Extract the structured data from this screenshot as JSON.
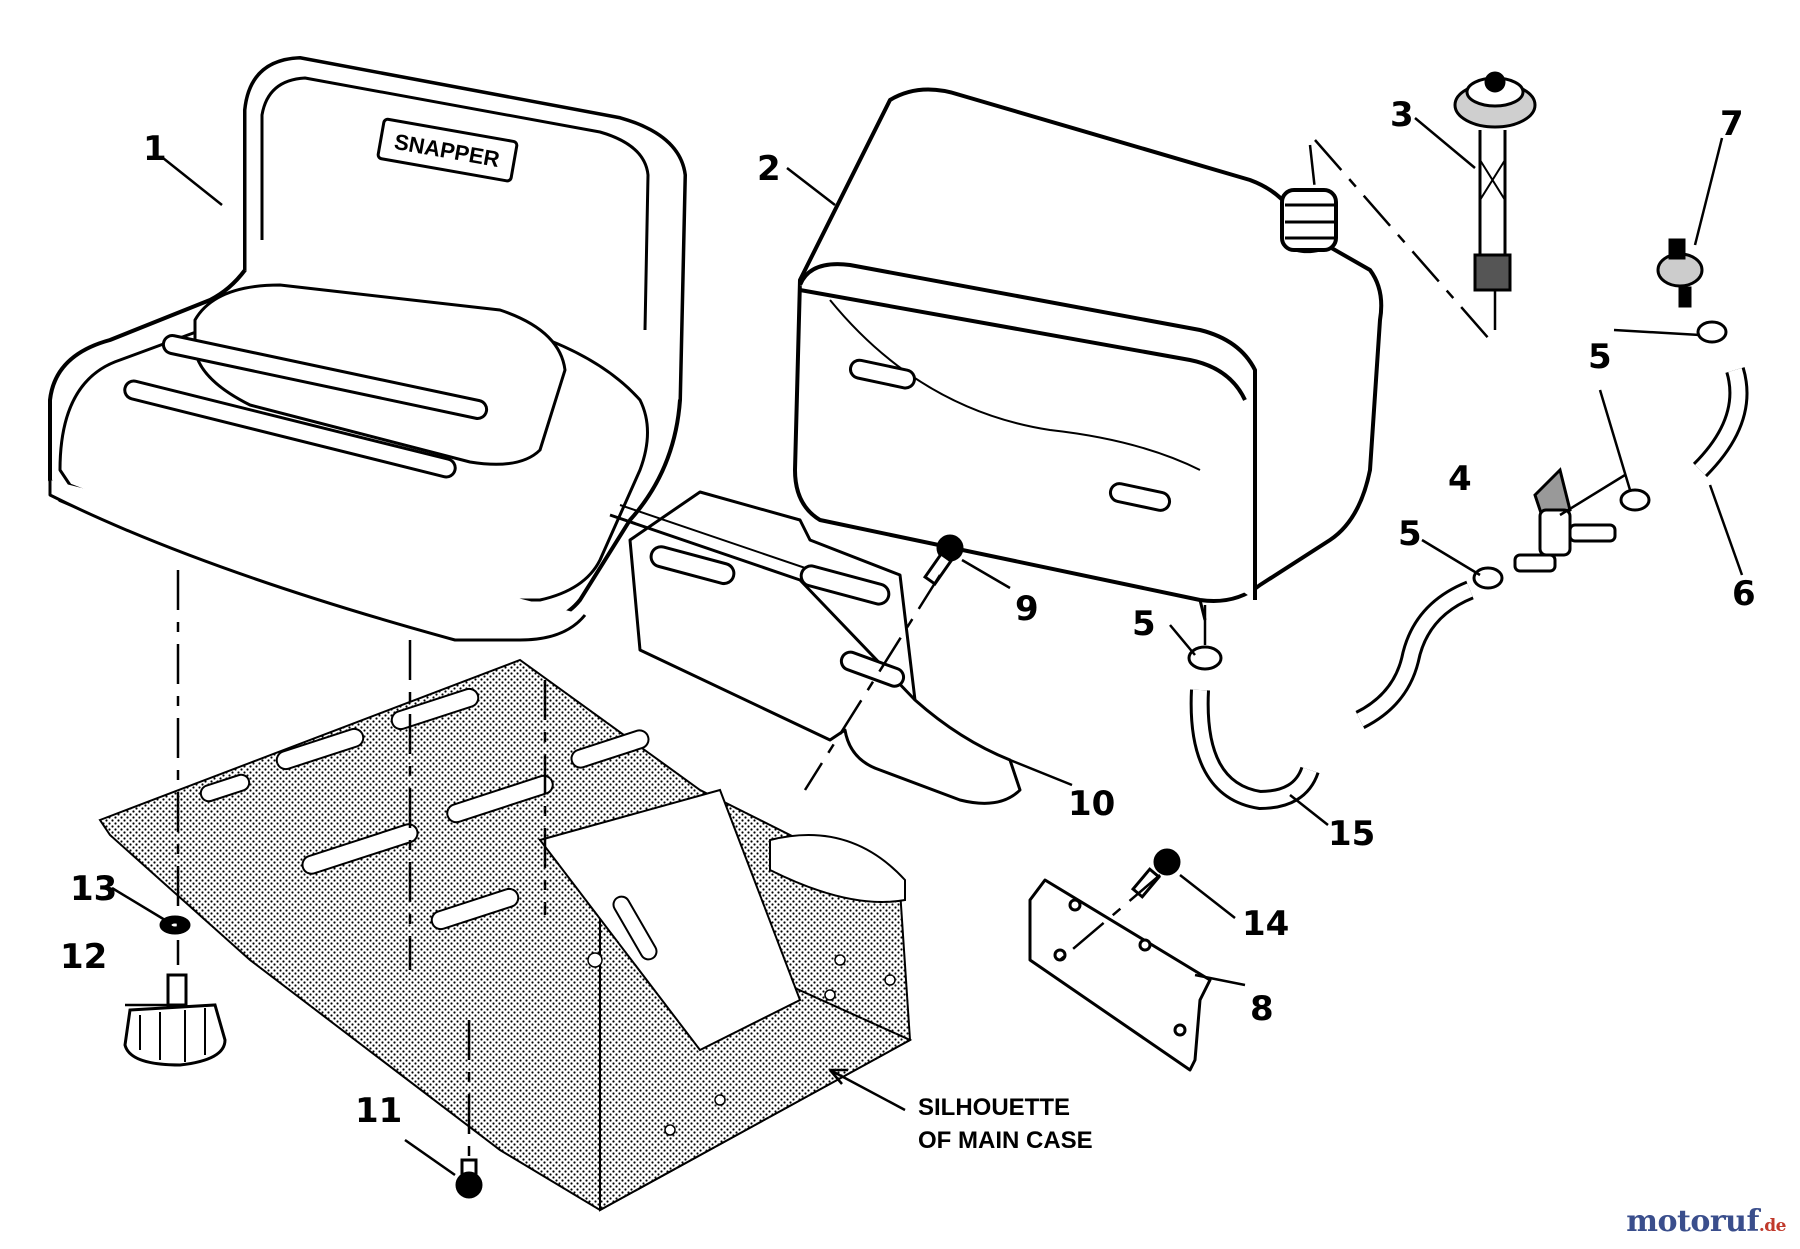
{
  "figure": {
    "seat_brand_label": "SNAPPER",
    "case_note": {
      "line1": "SILHOUETTE",
      "line2": "OF MAIN CASE"
    },
    "callouts": {
      "seat": "1",
      "fuel_tank": "2",
      "fuel_gauge_cap": "3",
      "shutoff_valve": "4",
      "clamp_a": "5",
      "clamp_b": "5",
      "clamp_c": "5",
      "clamp_d": "5",
      "fuel_hose_upper": "6",
      "fuel_filter": "7",
      "tank_bracket": "8",
      "bolt_upper": "9",
      "tank_support": "10",
      "seat_bolt": "11",
      "seat_knob": "12",
      "washer": "13",
      "bracket_bolt": "14",
      "fuel_hose_lower": "15"
    }
  },
  "watermark": {
    "brand": "motoruf",
    "tld": ".de",
    "colors": {
      "primary": "#3a4e8c",
      "accent": "#c0392b"
    }
  }
}
